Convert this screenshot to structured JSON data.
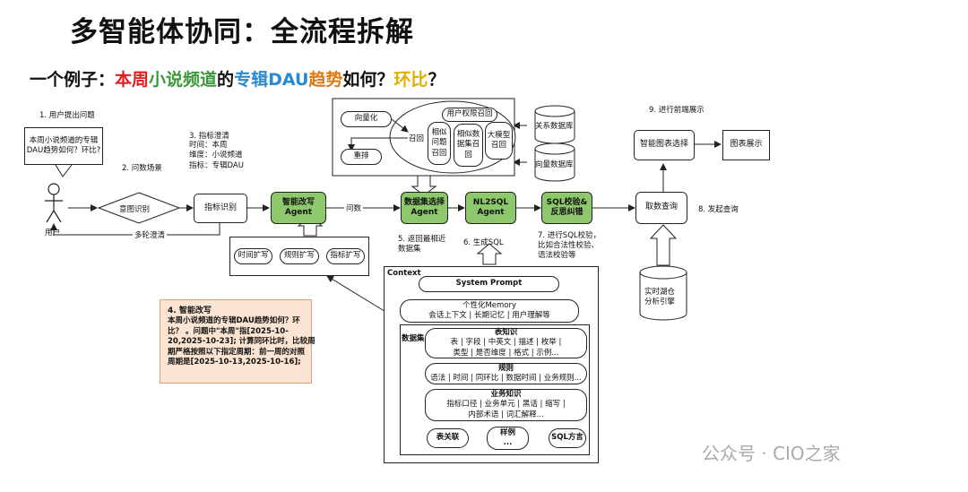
{
  "title": "多智能体协同：全流程拆解",
  "subtitle": {
    "prefix": "一个例子：",
    "seg1": "本周",
    "seg1_color": "#e02020",
    "seg2": "小说频道",
    "seg2_color": "#3a9a3a",
    "seg3": "的",
    "seg3_color": "#111111",
    "seg4": "专辑DAU",
    "seg4_color": "#2a8ad0",
    "seg5": "趋势",
    "seg5_color": "#e07a10",
    "seg6": "如何？",
    "seg6_color": "#111111",
    "seg7": "环比",
    "seg7_color": "#e0b000",
    "seg8": "？",
    "seg8_color": "#111111"
  },
  "steps": {
    "s1": "1. 用户提出问题",
    "s2": "2. 问数场景",
    "s3": "3. 指标澄清",
    "s3_lines": [
      "时间：本周",
      "维度：小说频道",
      "指标：专辑DAU"
    ],
    "s5": "5. 返回最相近\n数据集",
    "s6": "6. 生成SQL",
    "s7": "7. 进行SQL校验，\n比如合法性校验、\n语法校验等",
    "s8": "8. 发起查询",
    "s9": "9. 进行前端展示"
  },
  "user": {
    "bubble": "本周小说频道的专辑\nDAU趋势如何？环比?",
    "label": "用户"
  },
  "nodes": {
    "intent": "意图识别",
    "indicator": "指标识别",
    "rewrite": "智能改写\nAgent",
    "dataset": "数据集选择\nAgent",
    "nl2sql": "NL2SQL\nAgent",
    "sqlcheck": "SQL校验&\n反思纠错",
    "query": "取数查询",
    "chartsel": "智能图表选择",
    "chartshow": "图表展示",
    "lake": "实时湖仓\n分析引擎",
    "reldb": "关系数据库",
    "vecdb": "向量数据库"
  },
  "edges": {
    "clarify": "多轮澄清",
    "ask": "问数"
  },
  "recall": {
    "vectorize": "向量化",
    "recall": "召回",
    "rerank": "重排",
    "perm": "用户权限召回",
    "similar_q": "相似\n问题\n召回",
    "similar_ds": "相似数\n据集召\n回",
    "llm": "大模型\n召回"
  },
  "expand": [
    "时间扩写",
    "规则扩写",
    "指标扩写"
  ],
  "rewrite_note": {
    "title": "4. 智能改写",
    "body": "本周小说频道的专辑DAU趋势如何？环\n比？ 。问题中\"本周\"指[2025-10-\n20,2025-10-23]; 计算同环比时，比较周\n期严格按照以下指定周期：前一周的对照\n周期是[2025-10-13,2025-10-16];"
  },
  "context": {
    "label": "Context",
    "system_prompt": "System Prompt",
    "memory_title": "个性化Memory",
    "memory_items": "会话上下文 | 长期记忆 | 用户理解等",
    "dataset_label": "数据集",
    "table_title": "表知识",
    "table_items": "表 | 字段 | 中英文 | 描述 | 枚举 |\n类型 | 是否维度 | 格式 | 示例...",
    "rule_title": "规则",
    "rule_items": "语法 | 时间 | 同环比 | 数据时间 | 业务规则...",
    "biz_title": "业务知识",
    "biz_items": "指标口径 | 业务单元 | 黑话 | 缩写 |\n内部术语 | 词汇解释...",
    "join": "表关联",
    "sample": "样例\n...",
    "dialect": "SQL方言"
  },
  "watermark": "公众号 · CIO之家",
  "colors": {
    "agent_green": "#8dc86c",
    "note_bg": "#fbe5d2",
    "note_border": "#e0a070"
  }
}
